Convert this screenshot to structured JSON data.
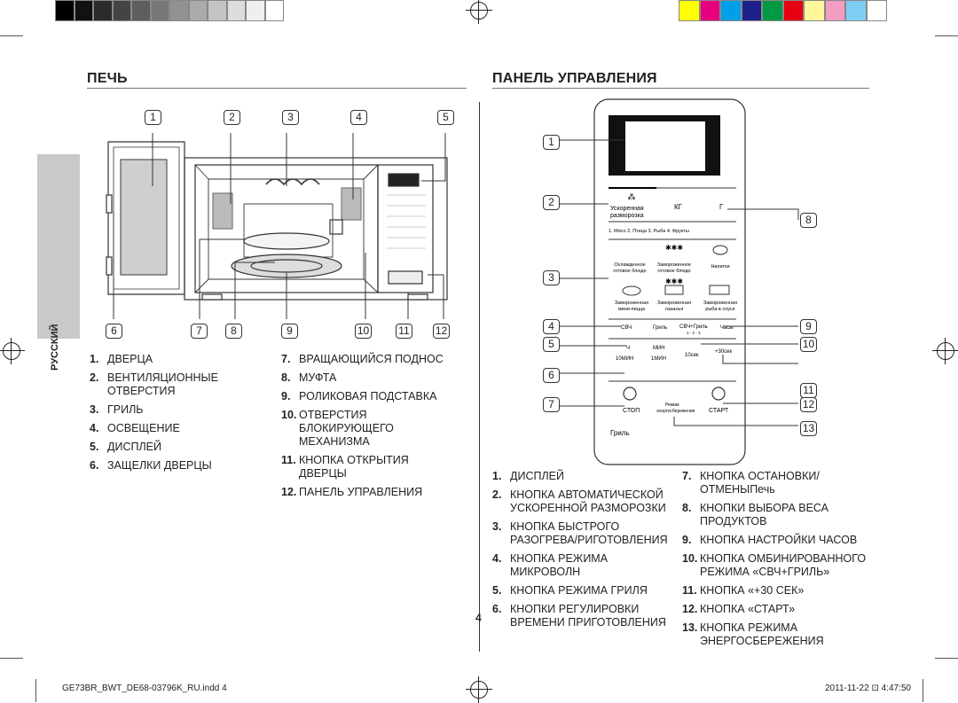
{
  "swatches_gray": [
    "#000000",
    "#111111",
    "#2b2b2b",
    "#444444",
    "#5e5e5e",
    "#777777",
    "#919191",
    "#aaaaaa",
    "#c4c4c4",
    "#dddddd",
    "#efefef",
    "#ffffff"
  ],
  "swatches_color": [
    "#ffff00",
    "#e6007e",
    "#00a0e9",
    "#1d2088",
    "#009944",
    "#e60012",
    "#fff799",
    "#f19ec2",
    "#7ecef4",
    "#ffffff"
  ],
  "oven": {
    "heading": "ПЕЧЬ",
    "callouts_top": [
      "1",
      "2",
      "3",
      "4",
      "5"
    ],
    "callouts_bottom": [
      "6",
      "7",
      "8",
      "9",
      "10",
      "11",
      "12"
    ],
    "col1": [
      {
        "num": "1.",
        "text": "ДВЕРЦА"
      },
      {
        "num": "2.",
        "text": "ВЕНТИЛЯЦИОННЫЕ ОТВЕРСТИЯ"
      },
      {
        "num": "3.",
        "text": "ГРИЛЬ"
      },
      {
        "num": "4.",
        "text": "ОСВЕЩЕНИЕ"
      },
      {
        "num": "5.",
        "text": "ДИСПЛЕЙ"
      },
      {
        "num": "6.",
        "text": "ЗАЩЕЛКИ ДВЕРЦЫ"
      }
    ],
    "col2": [
      {
        "num": "7.",
        "text": "ВРАЩАЮЩИЙСЯ ПОДНОС"
      },
      {
        "num": "8.",
        "text": "МУФТА"
      },
      {
        "num": "9.",
        "text": "РОЛИКОВАЯ ПОДСТАВКА"
      },
      {
        "num": "10.",
        "text": "ОТВЕРСТИЯ БЛОКИРУЮЩЕГО МЕХАНИЗМА"
      },
      {
        "num": "11.",
        "text": "КНОПКА ОТКРЫТИЯ ДВЕРЦЫ"
      },
      {
        "num": "12.",
        "text": "ПАНЕЛЬ УПРАВЛЕНИЯ"
      }
    ]
  },
  "panel": {
    "heading": "ПАНЕЛЬ УПРАВЛЕНИЯ",
    "callouts_left": [
      "1",
      "2",
      "3",
      "4",
      "5",
      "6",
      "7"
    ],
    "callouts_right": [
      "8",
      "9",
      "10",
      "11",
      "12",
      "13"
    ],
    "labels": {
      "defrost": "Ускоренная",
      "defrost2": "разморозка",
      "kg": "КГ",
      "g": "Г",
      "defrost_items": "1. Мясо  2. Птица  3. Рыба  4. Фрукты",
      "chilled": "Охлажденное",
      "chilled2": "готовое блюдо",
      "frozen": "Замороженное",
      "frozen2": "готовое блюдо",
      "drinks": "Напитки",
      "pizza": "Замороженная",
      "pizza2": "мини-пицца",
      "lasagna": "Замороженная",
      "lasagna2": "лазанья",
      "fish": "Замороженная",
      "fish2": "рыба в соусе",
      "svch": "СВЧ",
      "grill": "Гриль",
      "combo": "СВЧ+Гриль",
      "combo_sub": "1 - 2 - 3",
      "clock": "Часы",
      "h": "Ч",
      "min": "МИН",
      "m10": "10МИН",
      "m1": "1МИН",
      "s10": "10сек",
      "s30": "+30сек",
      "stop": "СТОП",
      "eco": "Режим",
      "eco2": "энергосбережения",
      "start": "СТАРТ",
      "grill_bottom": "Гриль"
    },
    "col1": [
      {
        "num": "1.",
        "text": "ДИСПЛЕЙ"
      },
      {
        "num": "2.",
        "text": "КНОПКА АВТОМАТИЧЕСКОЙ УСКОРЕННОЙ РАЗМОРОЗКИ"
      },
      {
        "num": "3.",
        "text": "КНОПКА БЫСТРОГО РАЗОГРЕВА/РИГОТОВЛЕНИЯ"
      },
      {
        "num": "4.",
        "text": "КНОПКА РЕЖИМА МИКРОВОЛН"
      },
      {
        "num": "5.",
        "text": "КНОПКА РЕЖИМА ГРИЛЯ"
      },
      {
        "num": "6.",
        "text": "КНОПКИ РЕГУЛИРОВКИ ВРЕМЕНИ ПРИГОТОВЛЕНИЯ"
      }
    ],
    "col2": [
      {
        "num": "7.",
        "text": "КНОПКА ОСТАНОВКИ/ ОТМЕНЫПечь"
      },
      {
        "num": "8.",
        "text": "КНОПКИ ВЫБОРА ВЕСА ПРОДУКТОВ"
      },
      {
        "num": "9.",
        "text": "КНОПКА НАСТРОЙКИ ЧАСОВ"
      },
      {
        "num": "10.",
        "text": "КНОПКА ОМБИНИРОВАННОГО РЕЖИМА «СВЧ+ГРИЛЬ»"
      },
      {
        "num": "11.",
        "text": "КНОПКА «+30 СЕК»"
      },
      {
        "num": "12.",
        "text": "КНОПКА «СТАРТ»"
      },
      {
        "num": "13.",
        "text": "КНОПКА РЕЖИМА ЭНЕРГОСБЕРЕЖЕНИЯ"
      }
    ]
  },
  "side_tab": "РУССКИЙ",
  "page_number": "4",
  "footer_left": "GE73BR_BWT_DE68-03796K_RU.indd   4",
  "footer_right": "2011-11-22   ⊡ 4:47:50"
}
